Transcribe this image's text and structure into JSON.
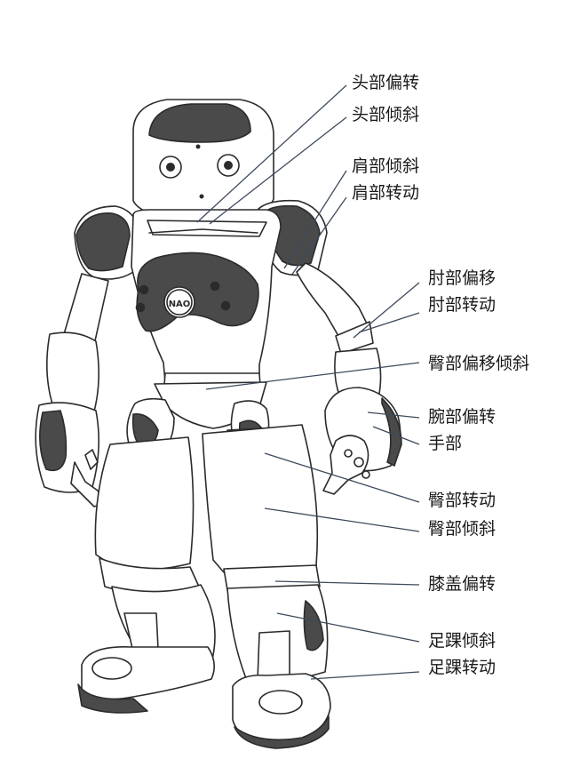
{
  "robot_logo": "NAO",
  "labels": [
    "头部偏转",
    "头部倾斜",
    "肩部倾斜",
    "肩部转动",
    "肘部偏移",
    "肘部转动",
    "臀部偏移倾斜",
    "腕部偏转",
    "手部",
    "臀部转动",
    "臀部倾斜",
    "膝盖偏转",
    "足踝倾斜",
    "足踝转动"
  ],
  "colors": {
    "outline": "#2b2b2b",
    "dark_panel": "#4a4a4a",
    "leader_line": "#3d4a5c"
  }
}
